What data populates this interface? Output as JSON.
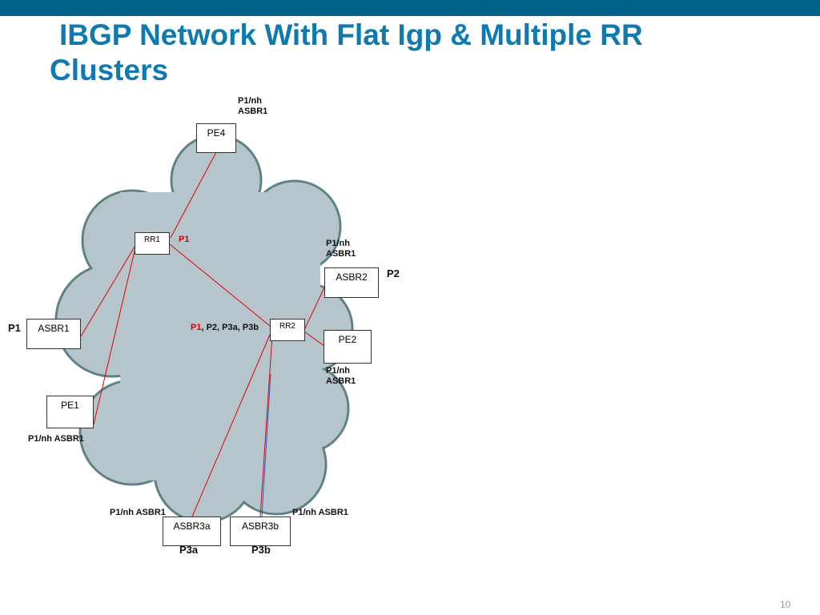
{
  "slide": {
    "title_line1": "IBGP Network With Flat Igp & Multiple RR",
    "title_line2": "Clusters",
    "page_number": "10"
  },
  "nodes": {
    "pe4": "PE4",
    "rr1": "RR1",
    "rr2": "RR2",
    "asbr1": "ASBR1",
    "asbr2": "ASBR2",
    "pe1": "PE1",
    "pe2": "PE2",
    "asbr3a": "ASBR3a",
    "asbr3b": "ASBR3b"
  },
  "labels": {
    "pe4_nh_line1": "P1/nh",
    "pe4_nh_line2": "ASBR1",
    "rr1_path": "P1",
    "asbr2_nh_line1": "P1/nh",
    "asbr2_nh_line2": "ASBR1",
    "asbr2_prefix": "P2",
    "asbr1_prefix": "P1",
    "rr2_paths_red": "P1",
    "rr2_paths_rest": ", P2, P3a, P3b",
    "pe2_nh_line1": "P1/nh",
    "pe2_nh_line2": "ASBR1",
    "pe1_nh": "P1/nh ASBR1",
    "asbr3a_nh": "P1/nh ASBR1",
    "asbr3b_nh": "P1/nh ASBR1",
    "asbr3a_prefix": "P3a",
    "asbr3b_prefix": "P3b"
  },
  "colors": {
    "top_bar": "#00618b",
    "title": "#0f7ab0",
    "cloud_fill": "#b6c5cb",
    "cloud_stroke": "#5e8186",
    "link_red": "#e00000",
    "link_blue": "#3355cc"
  }
}
